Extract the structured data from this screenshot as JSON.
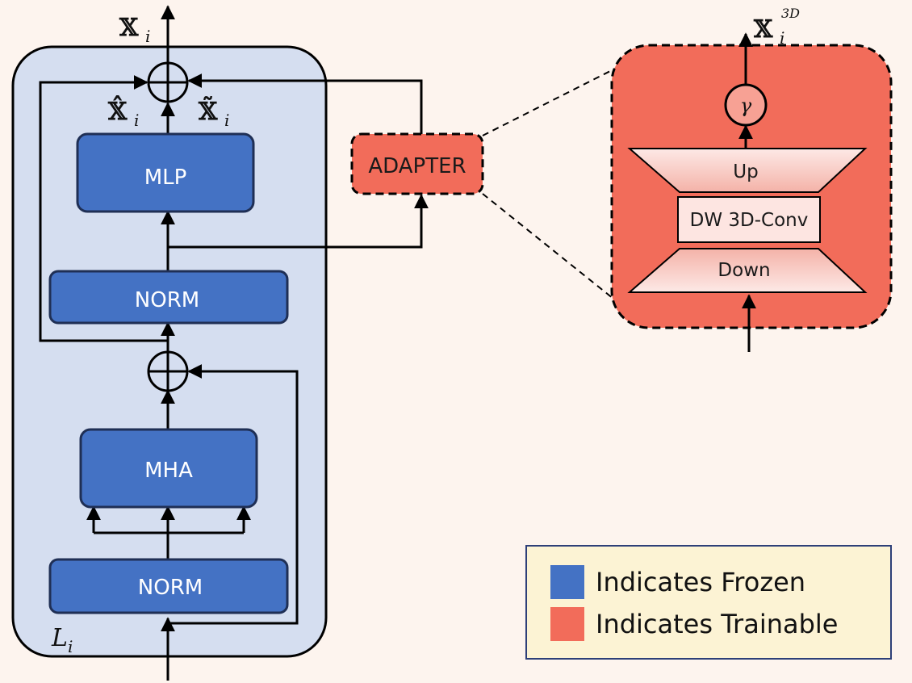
{
  "blocks": {
    "mlp": "MLP",
    "norm_top": "NORM",
    "mha": "MHA",
    "norm_bottom": "NORM",
    "adapter": "ADAPTER"
  },
  "adapter_detail": {
    "up": "Up",
    "conv": "DW 3D-Conv",
    "down": "Down",
    "gamma": "γ"
  },
  "math": {
    "output": {
      "base": "𝕏",
      "sub": "i"
    },
    "hat": {
      "base": "𝕏̂",
      "sub": "i"
    },
    "tilde": {
      "base": "𝕏̃",
      "sub": "i"
    },
    "adapter_output": {
      "base": "𝕏",
      "sub": "i",
      "sup": "3D"
    },
    "layer": {
      "base": "L",
      "sub": "i"
    }
  },
  "legend": {
    "frozen": "Indicates Frozen",
    "trainable": "Indicates Trainable"
  },
  "colors": {
    "frozen": "#4472c4",
    "trainable": "#f26c5a",
    "layer_bg": "#d5def0",
    "legend_bg": "#fcf3d4",
    "page_bg": "#fdf4ee"
  }
}
